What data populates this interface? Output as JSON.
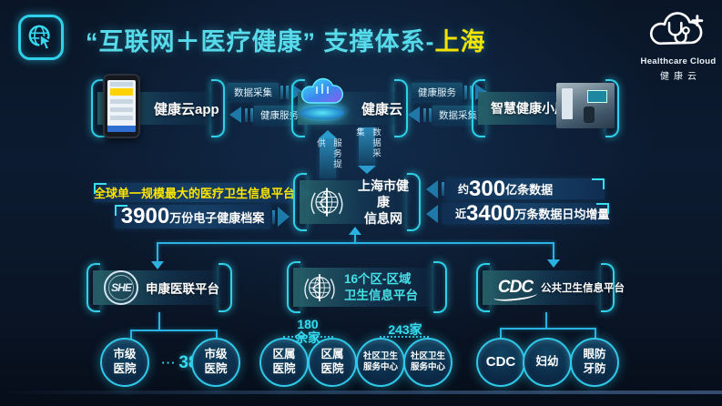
{
  "header": {
    "title": "“互联网＋医疗健康” 支撑体系-",
    "title_highlight": "上海",
    "brand": {
      "en": "Healthcare Cloud",
      "cn": "健康云"
    }
  },
  "flow": {
    "app_label": "健康云app",
    "cloud_label": "健康云",
    "hut_label": "智慧健康小屋",
    "app_to_cloud": {
      "top": "数据采集",
      "bottom": "健康服务"
    },
    "cloud_to_hut": {
      "top": "健康服务",
      "bottom": "数据采集"
    },
    "service_up": "服务提供",
    "data_down": "数据采集"
  },
  "network": {
    "title_line1": "上海市健康",
    "title_line2": "信息网",
    "left_stats": [
      {
        "text": "全球单一规模最大的医疗卫生信息平台"
      },
      {
        "num": "3900",
        "text": "万份电子健康档案"
      }
    ],
    "right_stats": [
      {
        "prefix": "约",
        "num": "300",
        "text": "亿条数据"
      },
      {
        "prefix": "近",
        "num": "3400",
        "text": "万条数据日均增量"
      }
    ]
  },
  "platforms": {
    "shenkang": {
      "label": "申康医联平台",
      "logo": "SHE"
    },
    "district": {
      "label_line1": "16个区-区域",
      "label_line2": "卫生信息平台"
    },
    "public": {
      "label": "公共卫生信息平台",
      "logo": "CDC"
    }
  },
  "bottom": {
    "city_dots": "···",
    "city_count": "38",
    "district_count_line1": "180",
    "district_count_line2": "余家",
    "community_count": "243家",
    "nodes": [
      {
        "line1": "市级",
        "line2": "医院"
      },
      {
        "line1": "市级",
        "line2": "医院"
      },
      {
        "line1": "区属",
        "line2": "医院"
      },
      {
        "line1": "区属",
        "line2": "医院"
      },
      {
        "line1": "社区卫生",
        "line2": "服务中心"
      },
      {
        "line1": "社区卫生",
        "line2": "服务中心"
      },
      {
        "line1": "CDC",
        "line2": ""
      },
      {
        "line1": "妇幼",
        "line2": ""
      },
      {
        "line1": "眼防",
        "line2": "牙防"
      }
    ]
  },
  "colors": {
    "accent": "#35dcf2",
    "highlight": "#f2e300",
    "stat_yellow": "#ffe600"
  }
}
